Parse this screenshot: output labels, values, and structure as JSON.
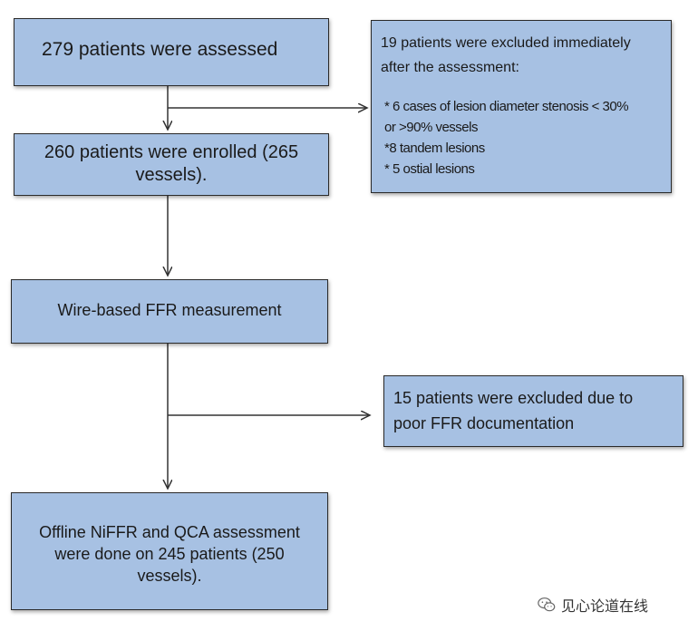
{
  "boxes": {
    "assessed": "279 patients were assessed",
    "enrolled": "260 patients were enrolled (265\nvessels).",
    "ffr": "Wire-based FFR measurement",
    "offline": "Offline NiFFR and QCA assessment\nwere done on 245 patients (250\nvessels)."
  },
  "exclusion1": {
    "heading": "19 patients were excluded immediately\nafter the assessment:",
    "items": [
      "* 6 cases of lesion diameter stenosis < 30%\n or >90% vessels",
      "*8 tandem lesions",
      "* 5 ostial lesions"
    ]
  },
  "exclusion2": {
    "text": "15 patients were excluded due to\npoor FFR documentation"
  },
  "watermark": {
    "text": "见心论道在线",
    "icon": "wechat-icon"
  },
  "colors": {
    "box_fill": "#a7c1e3",
    "border": "#2a2a2a",
    "arrow": "#333333"
  }
}
